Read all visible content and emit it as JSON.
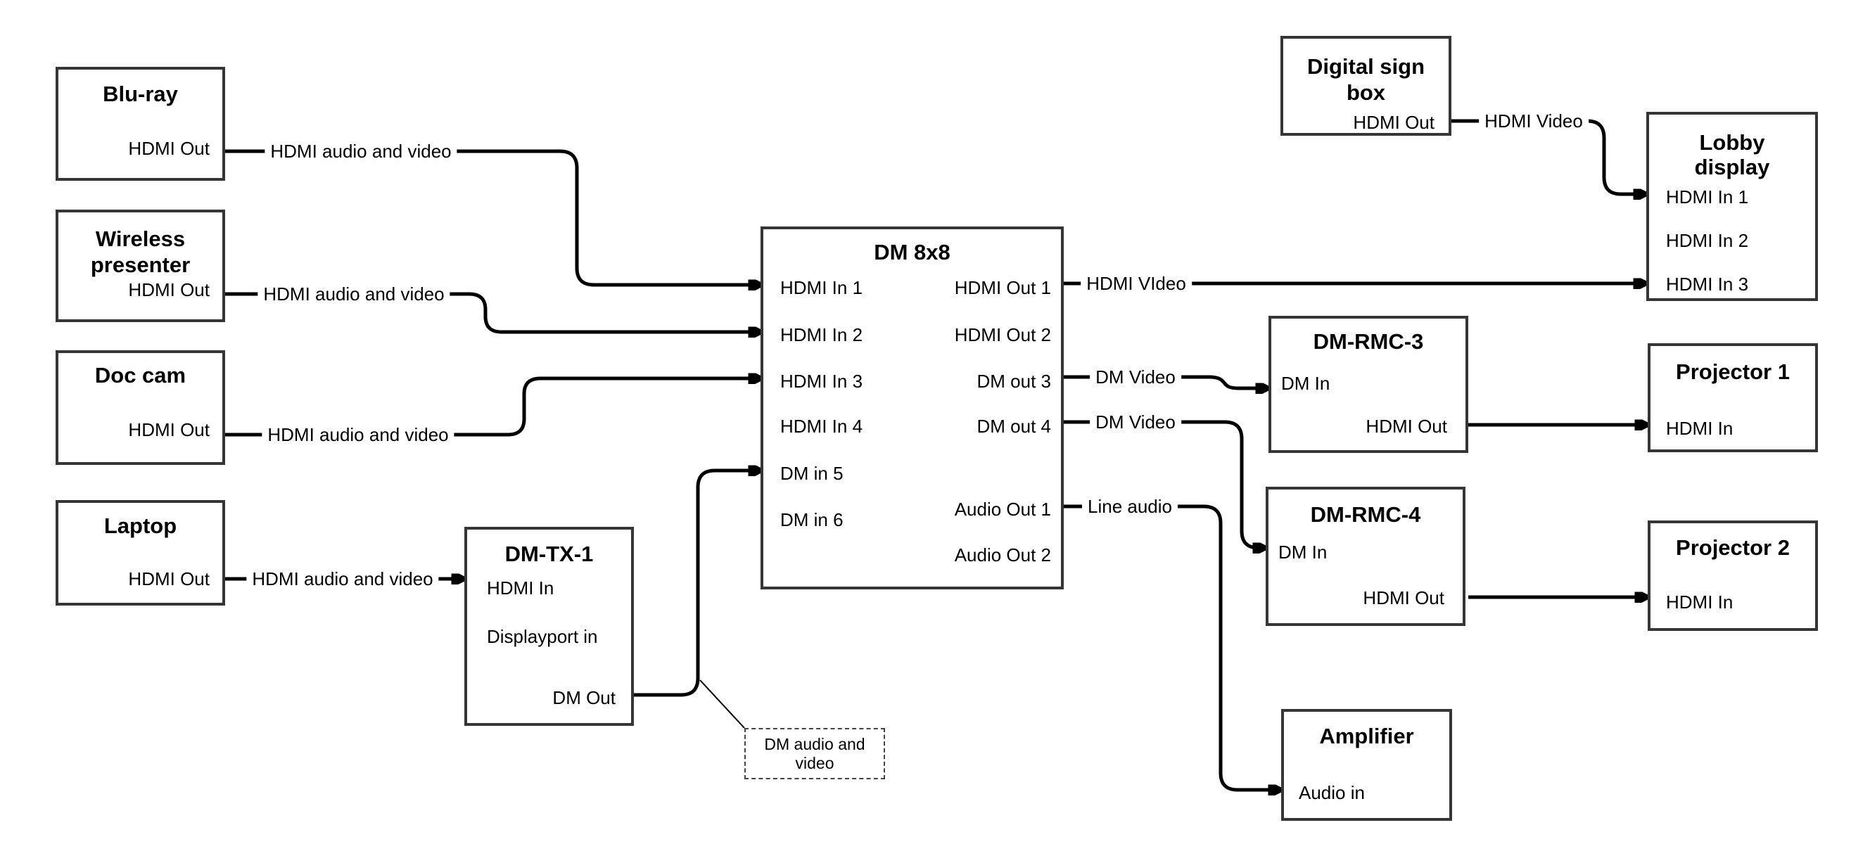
{
  "diagram": {
    "type": "av-signal-flow",
    "colors": {
      "wire": "#000000",
      "box_border": "#363636",
      "background": "#ffffff",
      "text": "#000000"
    },
    "nodes": {
      "bluray": {
        "title": "Blu-ray",
        "ports": {
          "hdmi_out": "HDMI Out"
        }
      },
      "wireless": {
        "title1": "Wireless",
        "title2": "presenter",
        "ports": {
          "hdmi_out": "HDMI Out"
        }
      },
      "doccam": {
        "title": "Doc cam",
        "ports": {
          "hdmi_out": "HDMI Out"
        }
      },
      "laptop": {
        "title": "Laptop",
        "ports": {
          "hdmi_out": "HDMI Out"
        }
      },
      "dmtx1": {
        "title": "DM-TX-1",
        "ports": {
          "hdmi_in": "HDMI In",
          "displayport_in": "Displayport in",
          "dm_out": "DM Out"
        }
      },
      "dm8x8": {
        "title": "DM 8x8",
        "ports": {
          "hdmi_in_1": "HDMI In 1",
          "hdmi_in_2": "HDMI In 2",
          "hdmi_in_3": "HDMI In 3",
          "hdmi_in_4": "HDMI In 4",
          "dm_in_5": "DM in 5",
          "dm_in_6": "DM in 6",
          "hdmi_out_1": "HDMI Out 1",
          "hdmi_out_2": "HDMI Out 2",
          "dm_out_3": "DM out 3",
          "dm_out_4": "DM out 4",
          "audio_out_1": "Audio Out 1",
          "audio_out_2": "Audio Out 2"
        }
      },
      "digital_sign": {
        "title1": "Digital sign",
        "title2": "box",
        "ports": {
          "hdmi_out": "HDMI Out"
        }
      },
      "lobby_display": {
        "title1": "Lobby",
        "title2": "display",
        "ports": {
          "hdmi_in_1": "HDMI In 1",
          "hdmi_in_2": "HDMI In 2",
          "hdmi_in_3": "HDMI In 3"
        }
      },
      "dmrmc3": {
        "title": "DM-RMC-3",
        "ports": {
          "dm_in": "DM In",
          "hdmi_out": "HDMI Out"
        }
      },
      "projector1": {
        "title": "Projector 1",
        "ports": {
          "hdmi_in": "HDMI In"
        }
      },
      "dmrmc4": {
        "title": "DM-RMC-4",
        "ports": {
          "dm_in": "DM In",
          "hdmi_out": "HDMI Out"
        }
      },
      "projector2": {
        "title": "Projector 2",
        "ports": {
          "hdmi_in": "HDMI In"
        }
      },
      "amplifier": {
        "title": "Amplifier",
        "ports": {
          "audio_in": "Audio in"
        }
      }
    },
    "note": {
      "text": "DM audio and video"
    },
    "connections": [
      {
        "from": "Blu-ray HDMI Out",
        "to": "DM 8x8 HDMI In 1",
        "label": "HDMI audio and video"
      },
      {
        "from": "Wireless presenter HDMI Out",
        "to": "DM 8x8 HDMI In 2",
        "label": "HDMI audio and video"
      },
      {
        "from": "Doc cam HDMI Out",
        "to": "DM 8x8 HDMI In 3",
        "label": "HDMI audio and video"
      },
      {
        "from": "Laptop HDMI Out",
        "to": "DM-TX-1 HDMI In",
        "label": "HDMI audio and video"
      },
      {
        "from": "DM-TX-1 DM Out",
        "to": "DM 8x8 DM in 5",
        "label": ""
      },
      {
        "from": "DM 8x8 HDMI Out 1",
        "to": "Lobby display HDMI In 3",
        "label": "HDMI VIdeo"
      },
      {
        "from": "DM 8x8 DM out 3",
        "to": "DM-RMC-3 DM In",
        "label": "DM Video"
      },
      {
        "from": "DM 8x8 DM out 4",
        "to": "DM-RMC-4 DM In",
        "label": "DM Video"
      },
      {
        "from": "DM 8x8 Audio Out 1",
        "to": "Amplifier Audio in",
        "label": "Line audio"
      },
      {
        "from": "DM-RMC-3 HDMI Out",
        "to": "Projector 1 HDMI In",
        "label": ""
      },
      {
        "from": "DM-RMC-4 HDMI Out",
        "to": "Projector 2 HDMI In",
        "label": ""
      },
      {
        "from": "Digital sign box HDMI Out",
        "to": "Lobby display HDMI In 1",
        "label": "HDMI Video"
      }
    ]
  }
}
